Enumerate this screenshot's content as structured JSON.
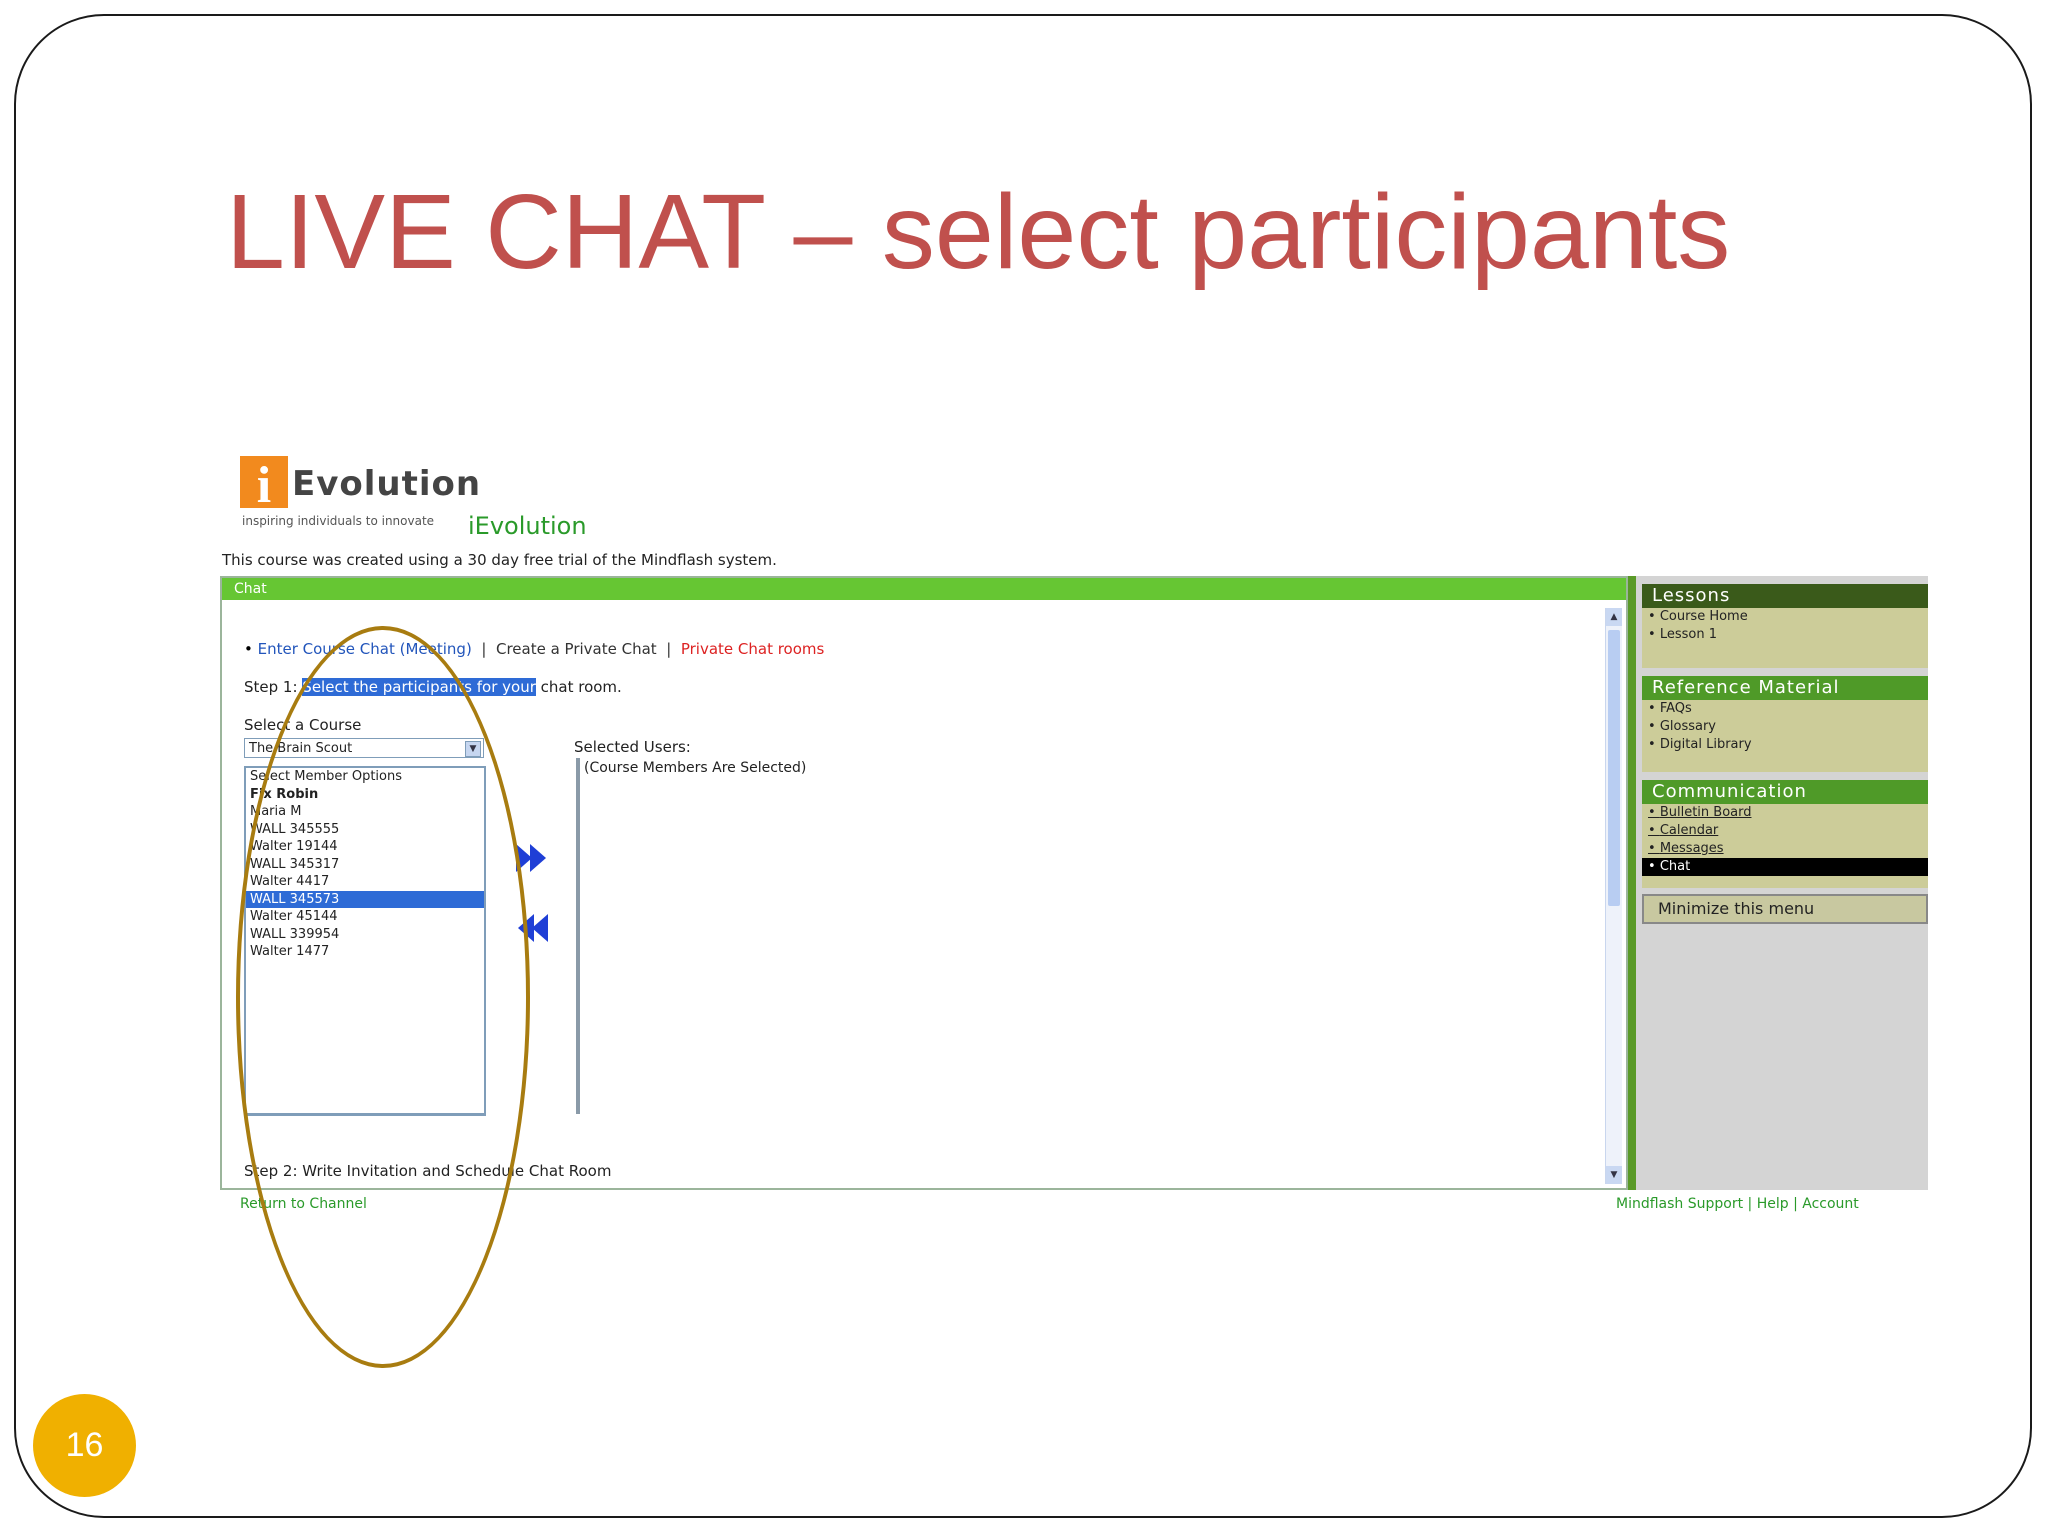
{
  "slide": {
    "title": "LIVE CHAT – select participants",
    "page_number": "16"
  },
  "screenshot": {
    "logo": {
      "mark": "i",
      "word": "Evolution",
      "tagline": "inspiring individuals to innovate"
    },
    "brand_name": "iEvolution",
    "trial_note": "This course was created using a 30 day free trial of the Mindflash system.",
    "panel_header": "Chat",
    "nav": {
      "enter_course_chat": "Enter Course Chat (Meeting)",
      "sep1": "|",
      "create_private_chat": "Create a Private Chat",
      "sep2": "|",
      "private_chat_rooms": "Private Chat rooms"
    },
    "step1": {
      "prefix": "Step 1: ",
      "highlight": "Select the participants for your",
      "suffix": " chat room."
    },
    "select_course_label": "Select a Course",
    "course_value": "The Brain Scout",
    "users": [
      "Select Member Options",
      "Fix Robin",
      "Maria M",
      "WALL 345555",
      "Walter 19144",
      "WALL 345317",
      "Walter 4417",
      "WALL 345573",
      "Walter 45144",
      "WALL 339954",
      "Walter 1477"
    ],
    "selected_user_index": 7,
    "bold_user_index": 1,
    "selected_users_label": "Selected Users:",
    "selected_users_note": "(Course Members Are Selected)",
    "step2": "Step 2: Write Invitation and Schedule Chat Room",
    "footer_left": "Return to Channel",
    "footer_right": "Mindflash Support | Help | Account",
    "sidebar": {
      "lessons": {
        "title": "Lessons",
        "items": [
          "Course Home",
          "Lesson 1"
        ]
      },
      "reference": {
        "title": "Reference Material",
        "items": [
          "FAQs",
          "Glossary",
          "Digital Library"
        ]
      },
      "communication": {
        "title": "Communication",
        "items": [
          "Bulletin Board",
          "Calendar",
          "Messages",
          "Chat"
        ]
      },
      "minimize": "Minimize this menu"
    },
    "colors": {
      "title_red": "#c0504d",
      "header_green": "#66c633",
      "sidebar_green": "#5a9a28",
      "highlight_blue": "#2e6bd6",
      "callout": "#a87c10",
      "page_badge": "#f0b000"
    }
  }
}
